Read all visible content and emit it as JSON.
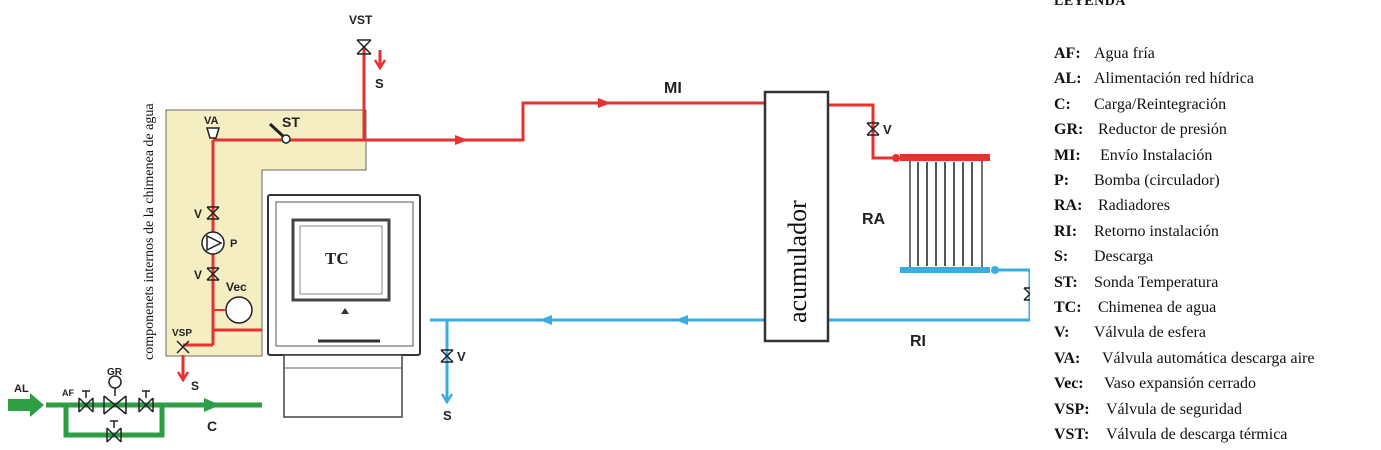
{
  "colors": {
    "hot": "#e8312f",
    "cold": "#3aace0",
    "supply": "#2e9e45",
    "panel": "#f5eec3",
    "dark": "#222222",
    "grey": "#666666"
  },
  "labels": {
    "vst": "VST",
    "st": "ST",
    "va": "VA",
    "v": "V",
    "p": "P",
    "vec": "Vec",
    "vsp": "VSP",
    "s": "S",
    "al": "AL",
    "af": "AF",
    "gr": "GR",
    "c": "C",
    "mi": "MI",
    "ri": "RI",
    "ra": "RA",
    "tc": "TC",
    "acumulador": "acumulador",
    "panel_caption": "componenets internos de la chimenea de agua"
  },
  "legend": {
    "title": "LEYENDA",
    "items": [
      {
        "code": "AF:",
        "desc": "Agua fría"
      },
      {
        "code": "AL:",
        "desc": "Alimentación red hídrica"
      },
      {
        "code": "C:",
        "desc": "Carga/Reintegración"
      },
      {
        "code": "GR:",
        "desc": "Reductor de presión"
      },
      {
        "code": "MI:",
        "desc": "Envío Instalación"
      },
      {
        "code": "P:",
        "desc": "Bomba (circulador)"
      },
      {
        "code": "RA:",
        "desc": "Radiadores"
      },
      {
        "code": "RI:",
        "desc": "Retorno instalación"
      },
      {
        "code": "S:",
        "desc": "Descarga"
      },
      {
        "code": "ST:",
        "desc": "Sonda Temperatura"
      },
      {
        "code": "TC:",
        "desc": "Chimenea de agua"
      },
      {
        "code": "V:",
        "desc": "Válvula de esfera"
      },
      {
        "code": "VA:",
        "desc": "Válvula automática descarga aire"
      },
      {
        "code": "Vec:",
        "desc": "Vaso expansión cerrado"
      },
      {
        "code": "VSP:",
        "desc": "Válvula de seguridad"
      },
      {
        "code": "VST:",
        "desc": "Válvula de descarga térmica"
      }
    ]
  }
}
